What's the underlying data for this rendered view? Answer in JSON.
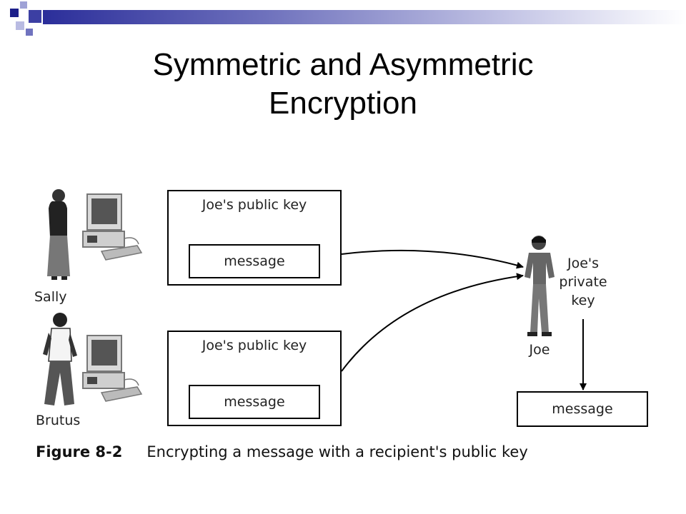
{
  "slide": {
    "title_line1": "Symmetric and Asymmetric",
    "title_line2": "Encryption",
    "accent_color": "#2b2e9a"
  },
  "diagram": {
    "sender_top": {
      "name": "Sally",
      "box_title": "Joe's public key",
      "inner_label": "message"
    },
    "sender_bottom": {
      "name": "Brutus",
      "box_title": "Joe's public key",
      "inner_label": "message"
    },
    "recipient": {
      "name": "Joe",
      "key_line1": "Joe's",
      "key_line2": "private",
      "key_line3": "key"
    },
    "output_label": "message"
  },
  "caption": {
    "figure": "Figure 8-2",
    "text": "Encrypting a message with a recipient's public key"
  }
}
